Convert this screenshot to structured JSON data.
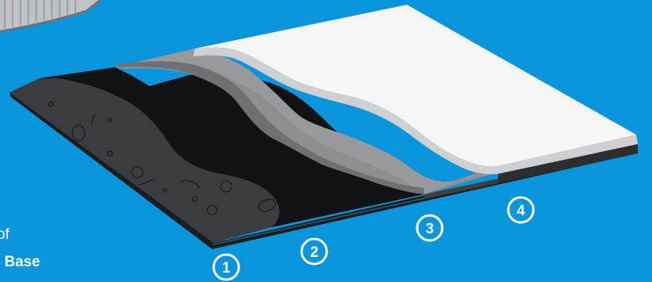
{
  "caption": {
    "line1": "of",
    "line2": ": Base"
  },
  "layers": [
    {
      "number": "1",
      "color": "#3a3c3f"
    },
    {
      "number": "2",
      "color": "#111213"
    },
    {
      "number": "3",
      "color": "#8e8f90"
    },
    {
      "number": "4",
      "color": "#f6f6f6"
    }
  ],
  "colors": {
    "background": "#0895dc",
    "badge_stroke": "#ffffff",
    "sheet_edge": "#1b1c1e"
  }
}
